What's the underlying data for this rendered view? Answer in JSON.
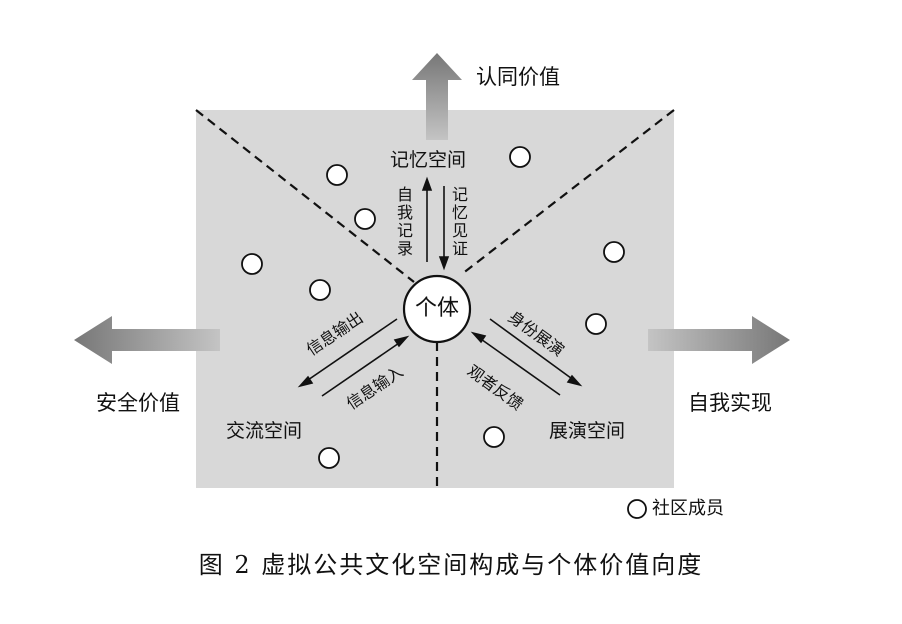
{
  "caption": "图 2  虚拟公共文化空间构成与个体价值向度",
  "center": "个体",
  "spaces": {
    "memory": "记忆空间",
    "exchange": "交流空间",
    "display": "展演空间"
  },
  "values": {
    "identity": "认同价值",
    "safety": "安全价值",
    "self_realization": "自我实现"
  },
  "flows": {
    "self_record": "自我记录",
    "memory_witness": "记忆见证",
    "info_output": "信息输出",
    "info_input": "信息输入",
    "identity_display": "身份展演",
    "audience_feedback": "观者反馈"
  },
  "legend": {
    "member": "社区成员"
  },
  "colors": {
    "panel": "#d8d8d8",
    "arrow_dark": "#7a7a7a",
    "arrow_light": "#b8b8b8"
  }
}
